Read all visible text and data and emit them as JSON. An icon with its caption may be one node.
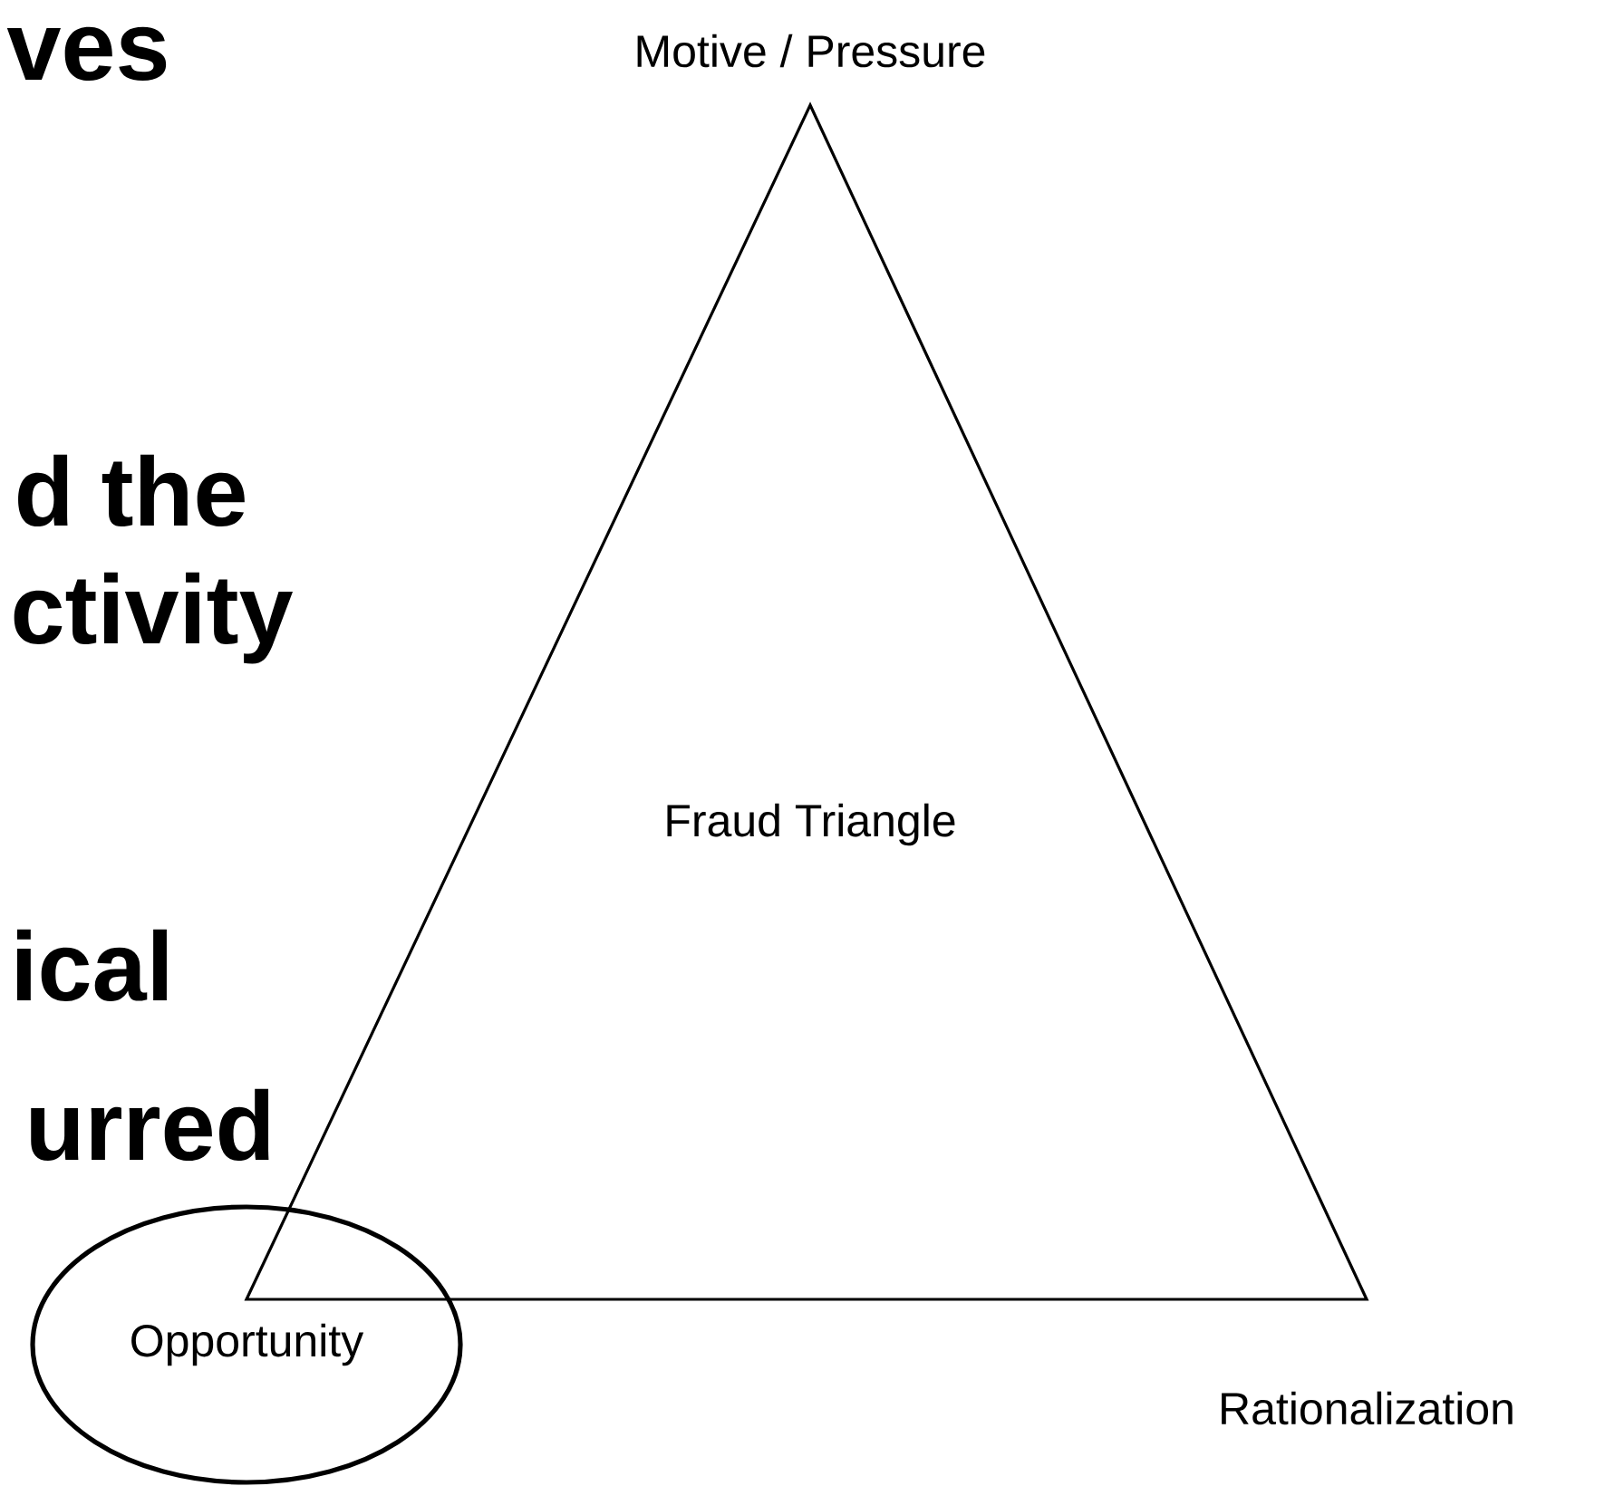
{
  "diagram": {
    "nodes": [
      {
        "text": [
          "Fraud Triangle"
        ],
        "beside": [
          "Motive / Pressure",
          "Rationalization"
        ]
      },
      {
        "text": [
          "Opportunity"
        ]
      }
    ],
    "labels": [
      "ves",
      "d the",
      "ctivity",
      "ical",
      "urred"
    ]
  }
}
